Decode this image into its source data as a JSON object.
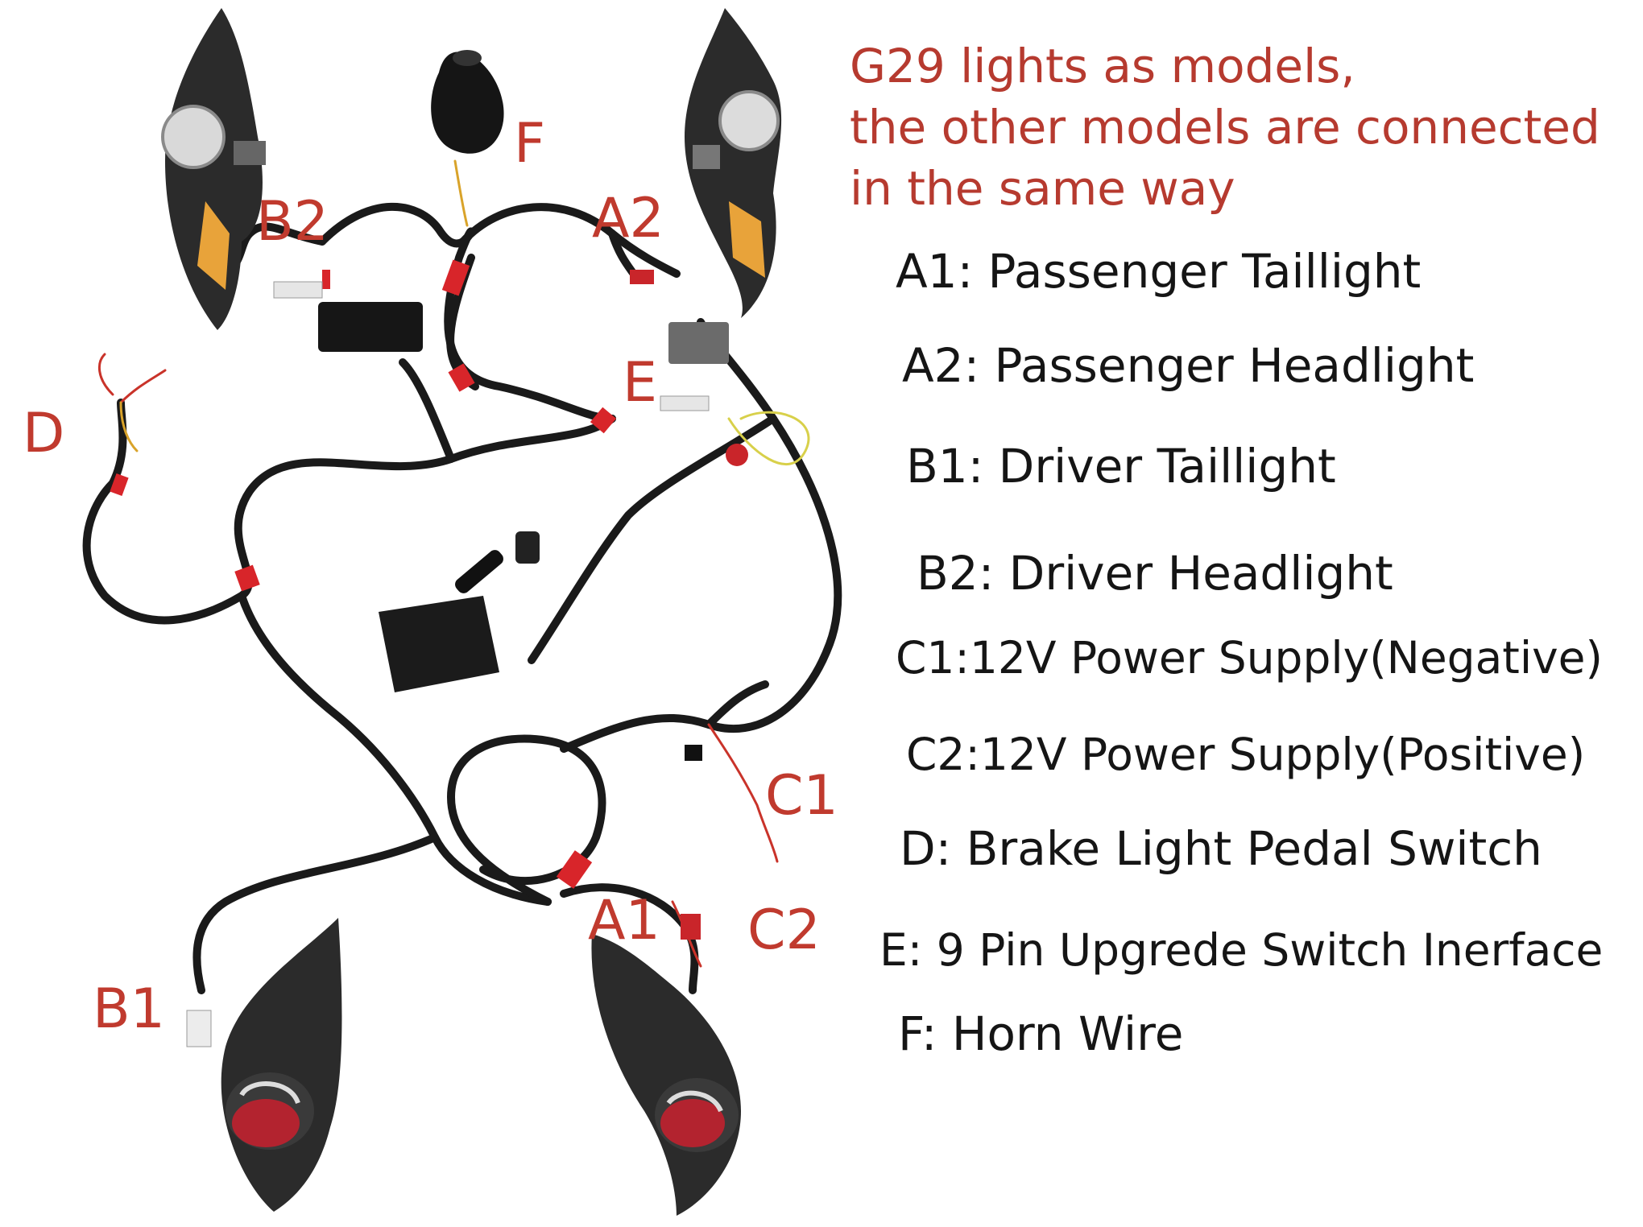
{
  "note": {
    "lines": [
      "G29 lights  as models,",
      "the  other models are connected",
      "in the same way"
    ]
  },
  "callouts": {
    "b2": "B2",
    "f": "F",
    "a2": "A2",
    "d": "D",
    "e": "E",
    "c1": "C1",
    "a1": "A1",
    "c2": "C2",
    "b1": "B1"
  },
  "legend": [
    "A1: Passenger Taillight",
    "A2: Passenger Headlight",
    "B1: Driver Taillight",
    "B2: Driver Headlight",
    "C1:12V Power Supply(Negative)",
    "C2:12V Power Supply(Positive)",
    "D: Brake Light Pedal Switch",
    "E: 9 Pin Upgrede Switch Inerface",
    "F: Horn Wire"
  ],
  "colors": {
    "callout": "#c03a2e",
    "wire": "#1a1a1a",
    "tape": "#d8252a",
    "housing": "#2b2b2b",
    "amber": "#e8a33a",
    "lens_red": "#b3232f"
  }
}
